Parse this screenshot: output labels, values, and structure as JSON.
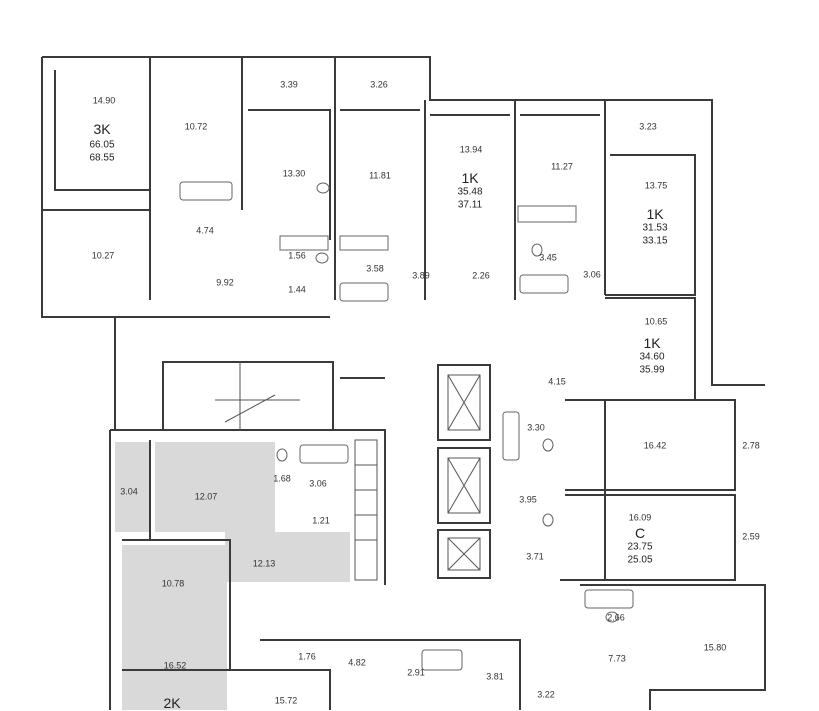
{
  "apartments": [
    {
      "id": "apt-3k",
      "type": "3K",
      "area_living": "66.05",
      "area_total": "68.55"
    },
    {
      "id": "apt-1k-a",
      "type": "1K",
      "area_living": "35.48",
      "area_total": "37.11"
    },
    {
      "id": "apt-1k-b",
      "type": "1K",
      "area_living": "31.53",
      "area_total": "33.15"
    },
    {
      "id": "apt-1k-c",
      "type": "1K",
      "area_living": "34.60",
      "area_total": "35.99"
    },
    {
      "id": "apt-studio",
      "type": "C",
      "area_living": "23.75",
      "area_total": "25.05"
    },
    {
      "id": "apt-2k",
      "type": "2K"
    }
  ],
  "rooms": [
    "14.90",
    "10.72",
    "3.39",
    "3.26",
    "13.30",
    "11.81",
    "13.94",
    "11.27",
    "3.23",
    "13.75",
    "4.74",
    "10.27",
    "1.56",
    "3.58",
    "1.44",
    "9.92",
    "3.89",
    "2.26",
    "3.45",
    "3.06",
    "10.65",
    "4.15",
    "3.30",
    "16.42",
    "2.78",
    "3.04",
    "12.07",
    "1.68",
    "3.06",
    "1.21",
    "3.95",
    "16.09",
    "2.59",
    "12.13",
    "10.78",
    "3.71",
    "2.66",
    "16.52",
    "1.76",
    "4.82",
    "2.91",
    "3.81",
    "3.22",
    "7.73",
    "15.80",
    "15.72"
  ],
  "colors": {
    "walls": "#3a3a3a",
    "highlight": "#d9d9d9",
    "background": "#ffffff"
  }
}
